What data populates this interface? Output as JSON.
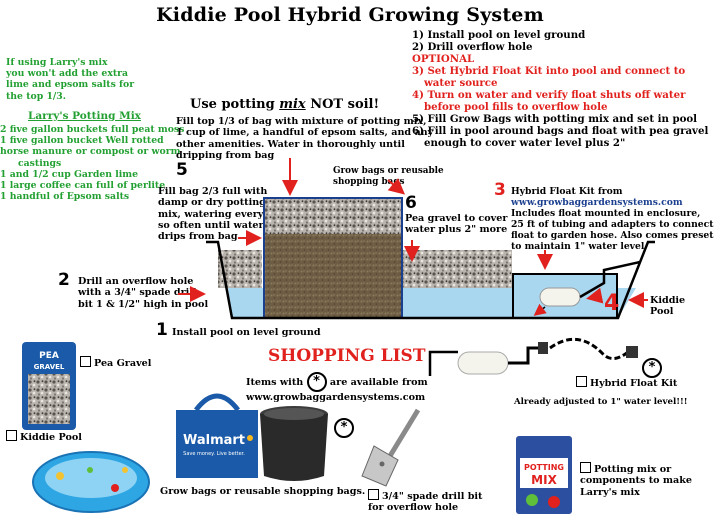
{
  "title": "Kiddie Pool Hybrid Growing System",
  "steps": [
    {
      "text": "1) Install pool on level ground",
      "color": "#000000"
    },
    {
      "text": "2) Drill overflow hole",
      "color": "#000000"
    },
    {
      "text": "OPTIONAL",
      "color": "#e0211d"
    },
    {
      "text": "3) Set Hybrid Float Kit into pool and connect to",
      "color": "#e0211d"
    },
    {
      "text": "water source",
      "color": "#e0211d"
    },
    {
      "text": "4) Turn on water and verify float shuts off water",
      "color": "#e0211d"
    },
    {
      "text": "before pool fills to overflow hole",
      "color": "#e0211d"
    },
    {
      "text": "5) Fill Grow Bags with potting mix and set in pool",
      "color": "#000000"
    },
    {
      "text": "6) Fill in pool around bags and float with pea gravel",
      "color": "#000000"
    },
    {
      "text": "enough to cover water level plus 2\"",
      "color": "#000000"
    }
  ],
  "larry_note": [
    "If using Larry's mix",
    "you won't add the extra",
    "lime and epsom salts for",
    "the top 1/3."
  ],
  "larry_mix_title": "Larry's Potting Mix",
  "larry_mix_items": [
    "2 five gallon buckets full peat moss",
    "1 five gallon bucket Well rotted",
    "horse manure or compost or worm",
    "castings",
    "1 and 1/2 cup Garden lime",
    "1 large coffee can full of perlite",
    "1 handful of Epsom salts"
  ],
  "potting_heading": {
    "pre": "Use potting ",
    "em": "mix",
    "post": " NOT soil!"
  },
  "potting_text": [
    "Fill top 1/3 of bag with mixture of potting mix,",
    "1 cup of lime, a handful of epsom salts, and any",
    "other amenities.  Water in thoroughly until",
    "dripping from bag"
  ],
  "step5_num": "5",
  "step5_text": [
    "Fill bag 2/3 full with",
    "damp or dry potting",
    "mix, watering every",
    "so often until water",
    "drips from bag"
  ],
  "growbags_top": [
    "Grow bags or reusable",
    "shopping bags"
  ],
  "step6_num": "6",
  "step6_text": [
    "Pea gravel to cover",
    "water plus 2\" more"
  ],
  "step3_num": "3",
  "step3_text": [
    "Hybrid Float Kit from",
    "www.growbaggardensystems.com",
    "Includes float mounted in enclosure,",
    "25 ft of tubing and adapters to connect",
    "float to garden hose.  Also comes preset",
    "to maintain 1\" water level"
  ],
  "step4_num": "4",
  "step2_num": "2",
  "step2_text": [
    "Drill an overflow hole",
    "with a 3/4\" spade drill",
    "bit 1 & 1/2\" high in pool"
  ],
  "kiddie_pool_label": [
    "Kiddie",
    "Pool"
  ],
  "step1_num": "1",
  "step1_text": "Install pool on level ground",
  "shopping_list": "SHOPPING LIST",
  "items_note": {
    "pre": "Items with ",
    "post": " are available from",
    "line2": "www.growbaggardensystems.com"
  },
  "asterisk_glyph": "*",
  "pea_gravel": "Pea Gravel",
  "kiddie_pool": "Kiddie Pool",
  "hybrid_float_kit": "Hybrid Float Kit",
  "already_adjusted": "Already adjusted to 1\" water level!!!",
  "grow_bags_caption": "Grow bags or reusable shopping bags.",
  "drill_bit_caption": [
    "3/4\" spade drill bit",
    "for overflow hole"
  ],
  "potting_mix_caption": [
    "Potting mix or",
    "components to make",
    "Larry's mix"
  ],
  "walmart": {
    "brand": "Walmart",
    "sub": "Save money. Live better."
  },
  "gravel_bag": {
    "label": "PEA",
    "label2": "GRAVEL"
  },
  "potting_bag": {
    "label": "POTTING",
    "label2": "MIX"
  },
  "colors": {
    "red": "#e0211d",
    "green": "#23a032",
    "water": "#a9d7ef",
    "navy": "#1b3f8f",
    "walmart_blue": "#1a5aa8"
  }
}
